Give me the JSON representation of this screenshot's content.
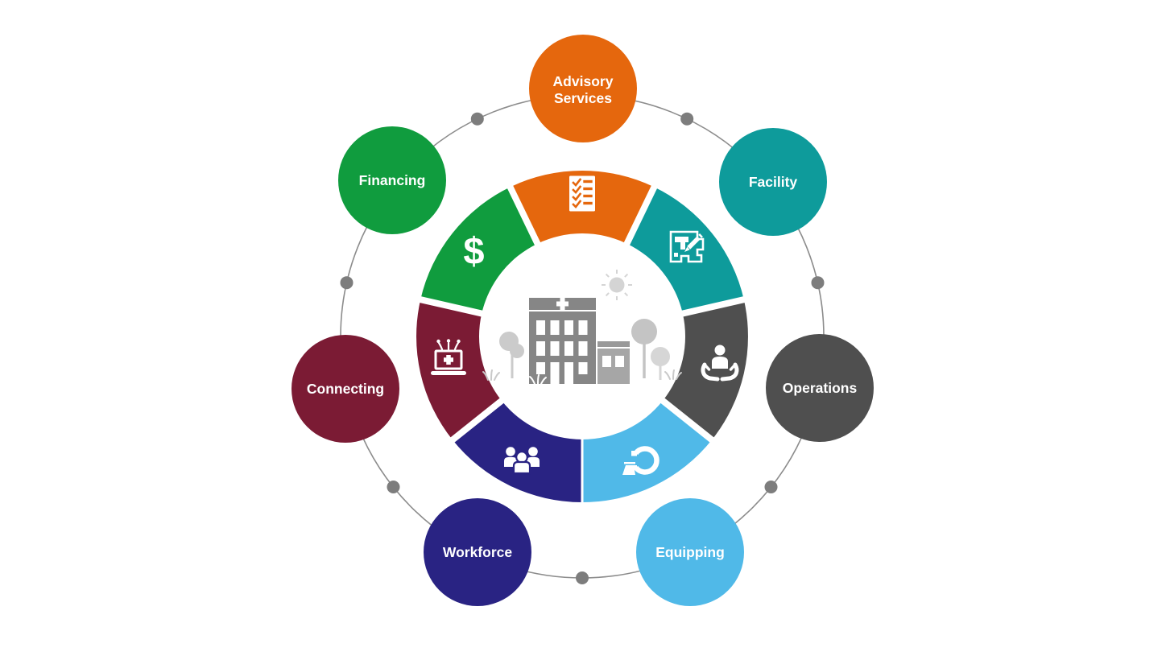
{
  "diagram": {
    "title": "Healthcare services wheel",
    "background_color": "#ffffff",
    "ring": {
      "line_color": "#8c8c8c",
      "dot_color": "#7d7d7d"
    },
    "center_scene": {
      "name": "hospital-campus-illustration",
      "building_color": "#868686",
      "annex_color": "#a6a6a6",
      "tree_color": "#c8c8c8",
      "sun_color": "#d4d4d4"
    },
    "items": [
      {
        "label": "Advisory Services",
        "label_line1": "Advisory",
        "label_line2": "Services",
        "color": "#e5670d",
        "icon": "checklist-icon"
      },
      {
        "label": "Facility",
        "color": "#0e9b9b",
        "icon": "floorplan-pencil-icon"
      },
      {
        "label": "Operations",
        "color": "#4f4f4f",
        "icon": "care-hands-icon"
      },
      {
        "label": "Equipping",
        "color": "#50b9e8",
        "icon": "c-arm-scanner-icon"
      },
      {
        "label": "Workforce",
        "color": "#292383",
        "icon": "people-group-icon"
      },
      {
        "label": "Connecting",
        "color": "#7b1b34",
        "icon": "telehealth-laptop-icon"
      },
      {
        "label": "Financing",
        "color": "#109c3e",
        "icon": "dollar-sign-icon",
        "icon_glyph": "$"
      }
    ]
  }
}
